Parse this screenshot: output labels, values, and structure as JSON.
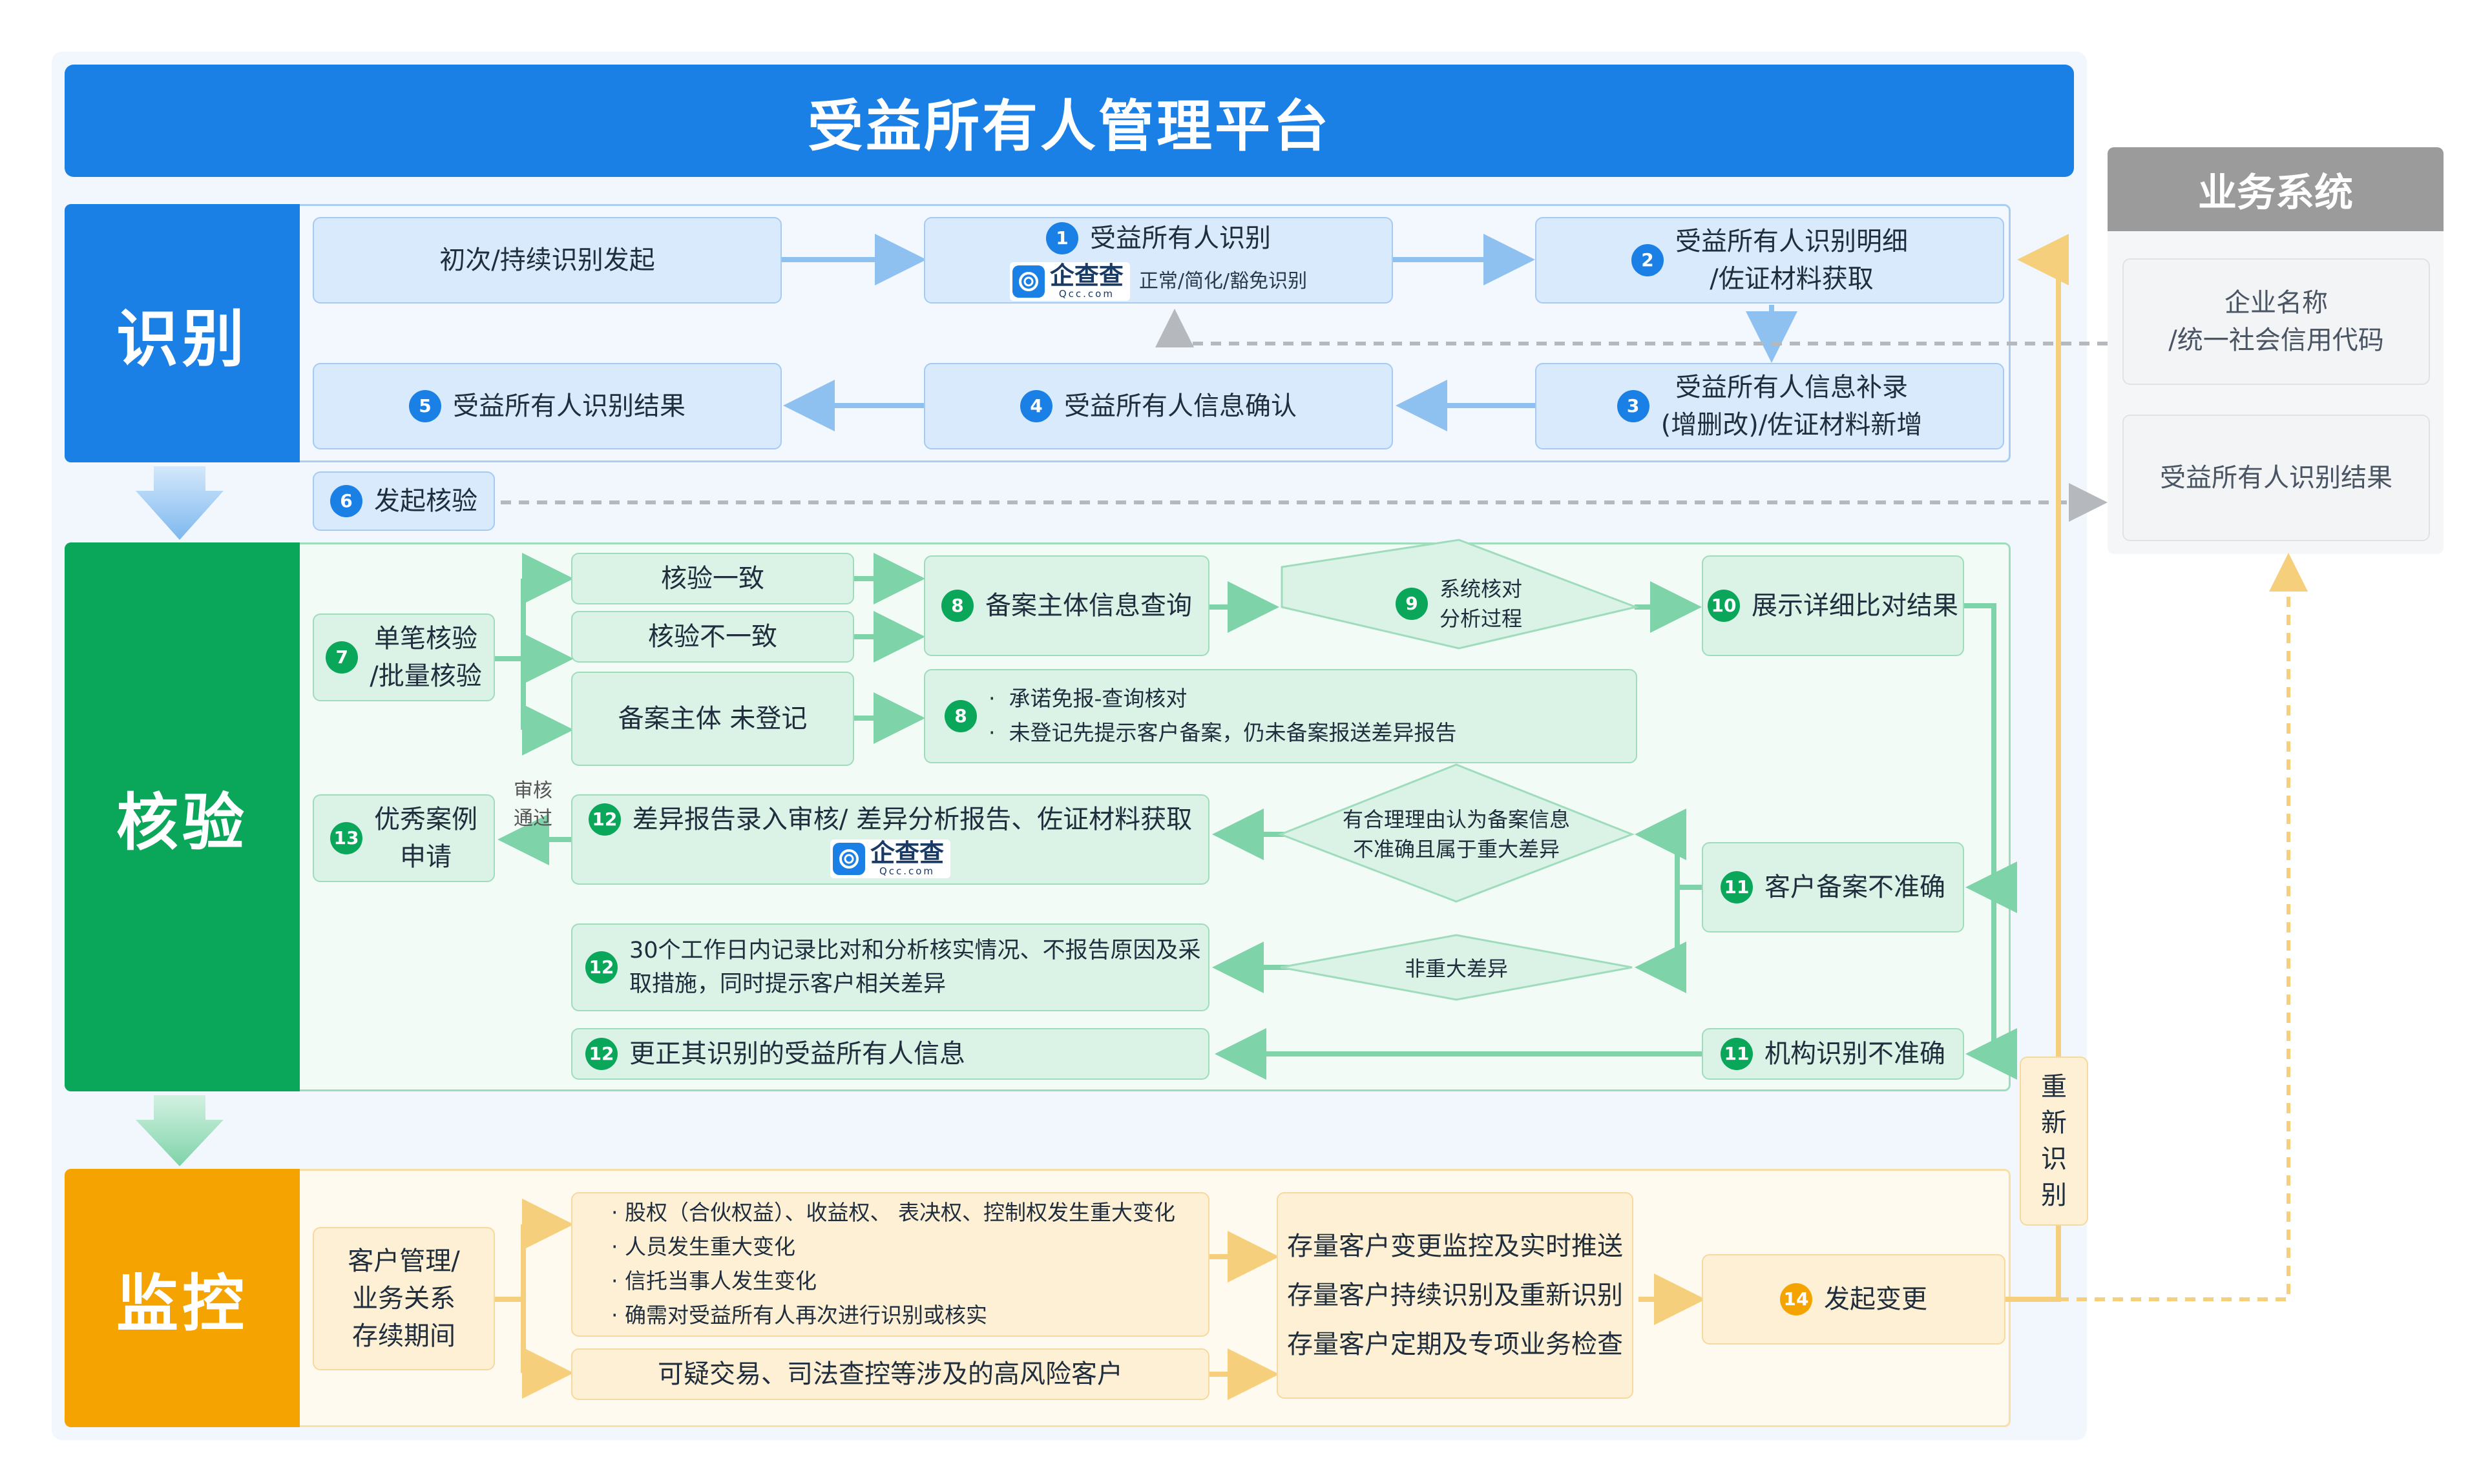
{
  "title": "受益所有人管理平台",
  "sections": {
    "identify": "识别",
    "verify": "核验",
    "monitor": "监控"
  },
  "business_system": {
    "title": "业务系统",
    "item1": [
      "企业名称",
      "/统一社会信用代码"
    ],
    "item2": "受益所有人识别结果"
  },
  "identify": {
    "start": "初次/持续识别发起",
    "step1": {
      "num": "1",
      "label": "受益所有人识别",
      "qcc_tag": "正常/简化/豁免识别"
    },
    "step2": {
      "num": "2",
      "lines": [
        "受益所有人识别明细",
        "/佐证材料获取"
      ]
    },
    "step3": {
      "num": "3",
      "lines": [
        "受益所有人信息补录",
        "(增删改)/佐证材料新增"
      ]
    },
    "step4": {
      "num": "4",
      "label": "受益所有人信息确认"
    },
    "step5": {
      "num": "5",
      "label": "受益所有人识别结果"
    },
    "step6": {
      "num": "6",
      "label": "发起核验"
    }
  },
  "qcc": {
    "cn": "企查查",
    "en": "Qcc.com"
  },
  "verify": {
    "step7": {
      "num": "7",
      "lines": [
        "单笔核验",
        "/批量核验"
      ]
    },
    "match": "核验一致",
    "mismatch": "核验不一致",
    "unregistered": "备案主体 未登记",
    "step8a": {
      "num": "8",
      "label": "备案主体信息查询"
    },
    "step8b": {
      "num": "8",
      "bullets": [
        "承诺免报-查询核对",
        "未登记先提示客户备案，仍未备案报送差异报告"
      ]
    },
    "step9": {
      "num": "9",
      "lines": [
        "系统核对",
        "分析过程"
      ]
    },
    "step10": {
      "num": "10",
      "label": "展示详细比对结果"
    },
    "step11a": {
      "num": "11",
      "label": "客户备案不准确"
    },
    "step11b": {
      "num": "11",
      "label": "机构识别不准确"
    },
    "diamond_major": [
      "有合理理由认为备案信息",
      "不准确且属于重大差异"
    ],
    "diamond_minor": "非重大差异",
    "step12a": {
      "num": "12",
      "label": "差异报告录入审核/ 差异分析报告、佐证材料获取"
    },
    "step12b": {
      "num": "12",
      "lines": [
        "30个工作日内记录比对和分析核实情况、不报告原因及采",
        "取措施，同时提示客户相关差异"
      ]
    },
    "step12c": {
      "num": "12",
      "label": "更正其识别的受益所有人信息"
    },
    "step13": {
      "num": "13",
      "lines": [
        "优秀案例",
        "申请"
      ]
    },
    "approved": [
      "审核",
      "通过"
    ]
  },
  "monitor": {
    "client": [
      "客户管理/",
      "业务关系",
      "存续期间"
    ],
    "changes": [
      "股权（合伙权益）、收益权、 表决权、控制权发生重大变化",
      "人员发生重大变化",
      "信托当事人发生变化",
      "确需对受益所有人再次进行识别或核实"
    ],
    "high_risk": "可疑交易、司法查控等涉及的高风险客户",
    "actions": [
      "存量客户变更监控及实时推送",
      "存量客户持续识别及重新识别",
      "存量客户定期及专项业务检查"
    ],
    "step14": {
      "num": "14",
      "label": "发起变更"
    },
    "reidentify": [
      "重",
      "新",
      "识",
      "别"
    ]
  },
  "colors": {
    "blue": "#1a80e6",
    "green": "#0aa65a",
    "orange": "#f5a300",
    "gray": "#9b9b9b"
  }
}
